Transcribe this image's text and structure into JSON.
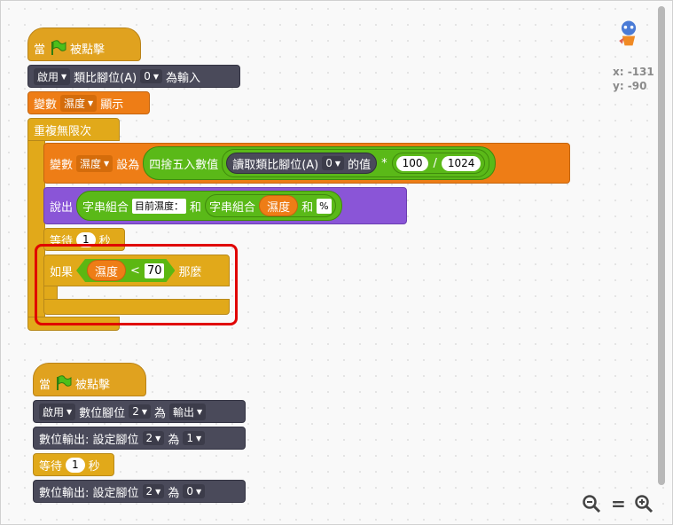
{
  "script1": {
    "hat": {
      "when": "當",
      "clicked": "被點擊"
    },
    "enable": {
      "dropdown": "啟用",
      "label": "類比腳位(A)",
      "pin": "0",
      "suffix": "為輸入"
    },
    "show_var": {
      "label": "變數",
      "var": "濕度",
      "suffix": "顯示"
    },
    "forever": {
      "label": "重複無限次"
    },
    "set_var": {
      "label": "變數",
      "var": "濕度",
      "to": "設為",
      "round": "四捨五入數值",
      "read": "讀取類比腳位(A)",
      "pin": "0",
      "value_of": "的值",
      "times": "*",
      "multiplier": "100",
      "divide": "/",
      "divisor": "1024"
    },
    "say": {
      "label": "說出",
      "join1": "字串組合",
      "text1": "目前濕度：",
      "and1": "和",
      "join2": "字串組合",
      "reporter": "濕度",
      "and2": "和",
      "text2": "%"
    },
    "wait": {
      "label": "等待",
      "value": "1",
      "unit": "秒"
    },
    "if": {
      "label": "如果",
      "reporter": "濕度",
      "op": "<",
      "value": "70",
      "then": "那麼"
    }
  },
  "script2": {
    "hat": {
      "when": "當",
      "clicked": "被點擊"
    },
    "enable": {
      "dropdown": "啟用",
      "label": "數位腳位",
      "pin": "2",
      "as": "為",
      "mode": "輸出"
    },
    "set1": {
      "label": "數位輸出: 設定腳位",
      "pin": "2",
      "as": "為",
      "value": "1"
    },
    "wait": {
      "label": "等待",
      "value": "1",
      "unit": "秒"
    },
    "set2": {
      "label": "數位輸出: 設定腳位",
      "pin": "2",
      "as": "為",
      "value": "0"
    }
  },
  "sprite": {
    "x_label": "x: -131",
    "y_label": "y: -90"
  },
  "zoom": {
    "out": "🔍−",
    "reset": "=",
    "in": "🔍+"
  },
  "colors": {
    "highlight": "#e00000"
  }
}
